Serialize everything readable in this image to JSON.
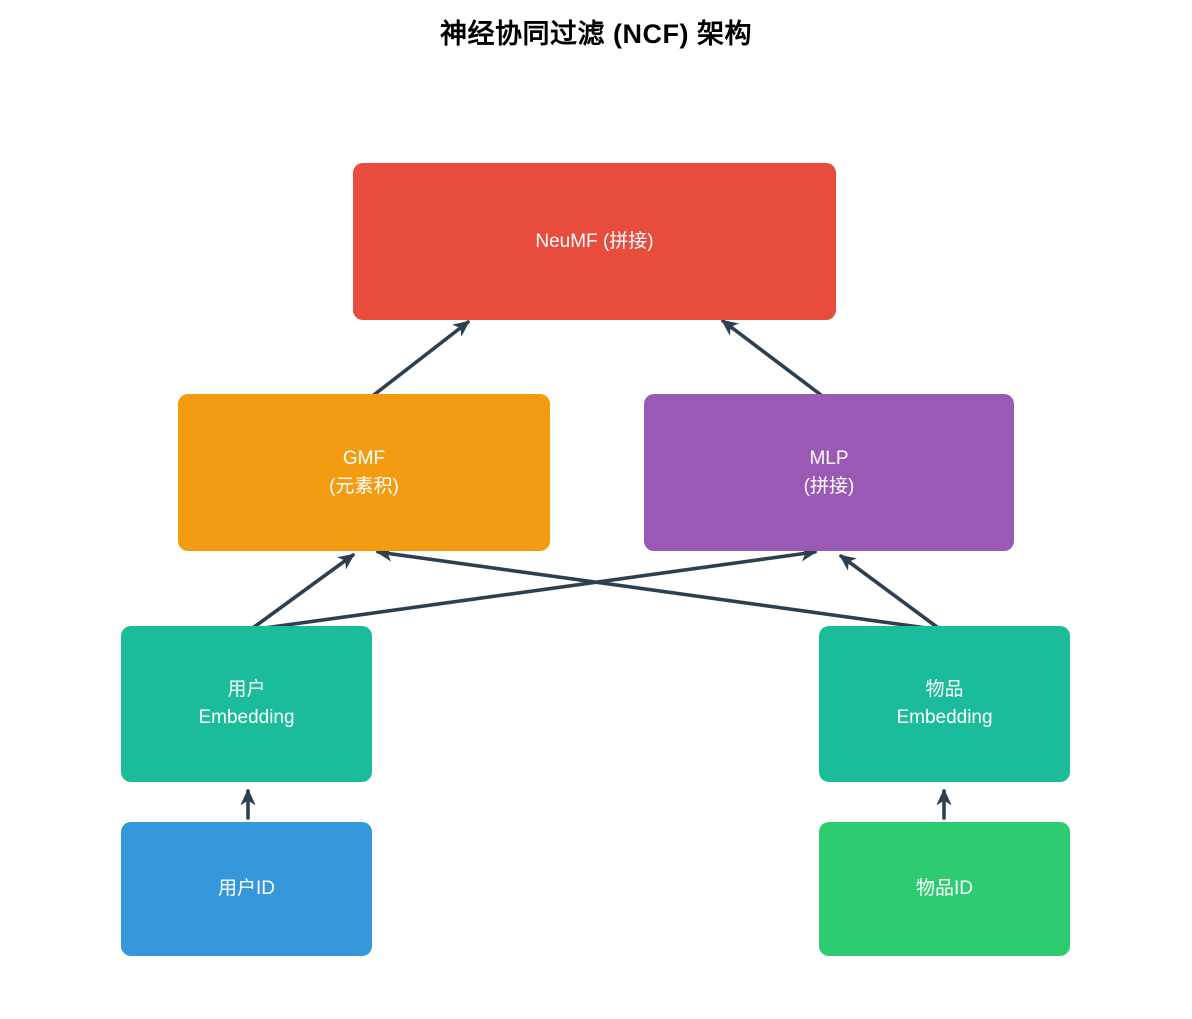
{
  "title": "神经协同过滤 (NCF) 架构",
  "colors": {
    "background": "#ffffff",
    "title_text": "#000000",
    "node_text": "#ffffff",
    "arrow": "#2e3f50"
  },
  "nodes": {
    "neumf": {
      "label": "NeuMF (拼接)",
      "color": "#e74c3c"
    },
    "gmf": {
      "line1": "GMF",
      "line2": "(元素积)",
      "color": "#f39c12"
    },
    "mlp": {
      "line1": "MLP",
      "line2": "(拼接)",
      "color": "#9b59b6"
    },
    "user_embedding": {
      "line1": "用户",
      "line2": "Embedding",
      "color": "#1abc9c"
    },
    "item_embedding": {
      "line1": "物品",
      "line2": "Embedding",
      "color": "#1abc9c"
    },
    "user_id": {
      "label": "用户ID",
      "color": "#3498db"
    },
    "item_id": {
      "label": "物品ID",
      "color": "#2ecc71"
    }
  },
  "edges": [
    {
      "from": "gmf",
      "to": "neumf"
    },
    {
      "from": "mlp",
      "to": "neumf"
    },
    {
      "from": "user_embedding",
      "to": "gmf"
    },
    {
      "from": "user_embedding",
      "to": "mlp"
    },
    {
      "from": "item_embedding",
      "to": "gmf"
    },
    {
      "from": "item_embedding",
      "to": "mlp"
    },
    {
      "from": "user_id",
      "to": "user_embedding"
    },
    {
      "from": "item_id",
      "to": "item_embedding"
    }
  ]
}
